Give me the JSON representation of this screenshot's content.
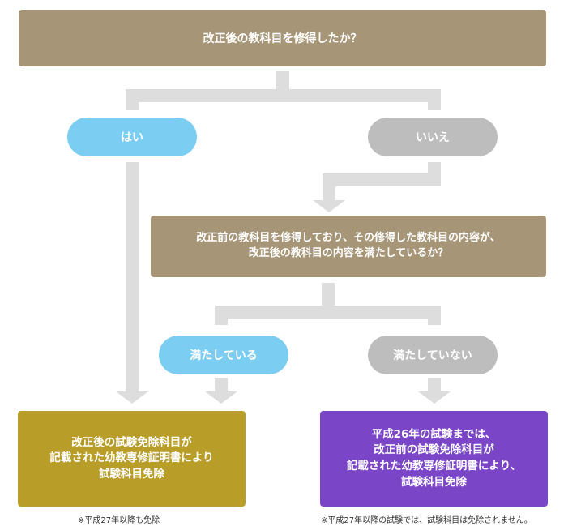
{
  "colors": {
    "question_box": "#a69677",
    "yes_pill": "#7ccdf2",
    "no_pill": "#bdbdbd",
    "connector": "#dddddd",
    "result_gold": "#b89d28",
    "result_purple": "#7b45c8",
    "text_light": "#ffffff",
    "note_text": "#333333"
  },
  "question1": {
    "text": "改正後の教科目を修得したか？"
  },
  "answer_yes": {
    "label": "はい"
  },
  "answer_no": {
    "label": "いいえ"
  },
  "question2": {
    "lines": [
      "改正前の教科目を修得しており、その修得した教科目の内容が、",
      "改正後の教科目の内容を満たしているか？"
    ]
  },
  "answer_satisfied": {
    "label": "満たしている"
  },
  "answer_not_satisfied": {
    "label": "満たしていない"
  },
  "result_exempt": {
    "lines": [
      "改正後の試験免除科目が",
      "記載された幼教専修証明書により",
      "試験科目免除"
    ],
    "note": "※平成27年以降も免除"
  },
  "result_limited": {
    "lines": [
      "平成26年の試験までは、",
      "改正前の試験免除科目が",
      "記載された幼教専修証明書により、",
      "試験科目免除"
    ],
    "note": "※平成27年以降の試験では、試験科目は免除されません。"
  }
}
